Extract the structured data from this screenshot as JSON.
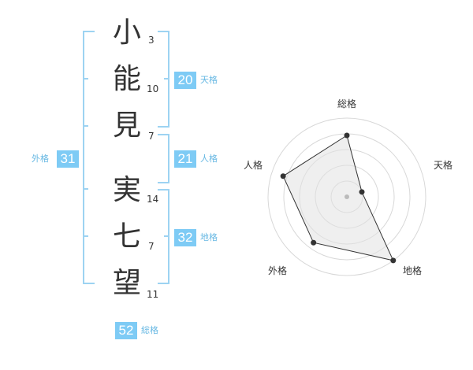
{
  "name": {
    "characters": [
      {
        "char": "小",
        "strokes": "3"
      },
      {
        "char": "能",
        "strokes": "10"
      },
      {
        "char": "見",
        "strokes": "7"
      },
      {
        "char": "実",
        "strokes": "14"
      },
      {
        "char": "七",
        "strokes": "7"
      },
      {
        "char": "望",
        "strokes": "11"
      }
    ]
  },
  "scores": {
    "tenkaku": {
      "value": "20",
      "label": "天格"
    },
    "jinkaku": {
      "value": "21",
      "label": "人格"
    },
    "chikaku": {
      "value": "32",
      "label": "地格"
    },
    "gaikaku": {
      "value": "31",
      "label": "外格"
    },
    "soukaku": {
      "value": "52",
      "label": "総格"
    }
  },
  "colors": {
    "accent": "#7ecbf5",
    "accent_text": "#67b8e3",
    "bracket": "#9dd3f2",
    "radar_fill": "#f0f0f0",
    "radar_grid": "#d8d8d8"
  },
  "chart_data": {
    "type": "radar",
    "axes": [
      "総格",
      "天格",
      "地格",
      "外格",
      "人格"
    ],
    "values": [
      0.78,
      0.2,
      1.0,
      0.72,
      0.85
    ],
    "rings": 5
  }
}
